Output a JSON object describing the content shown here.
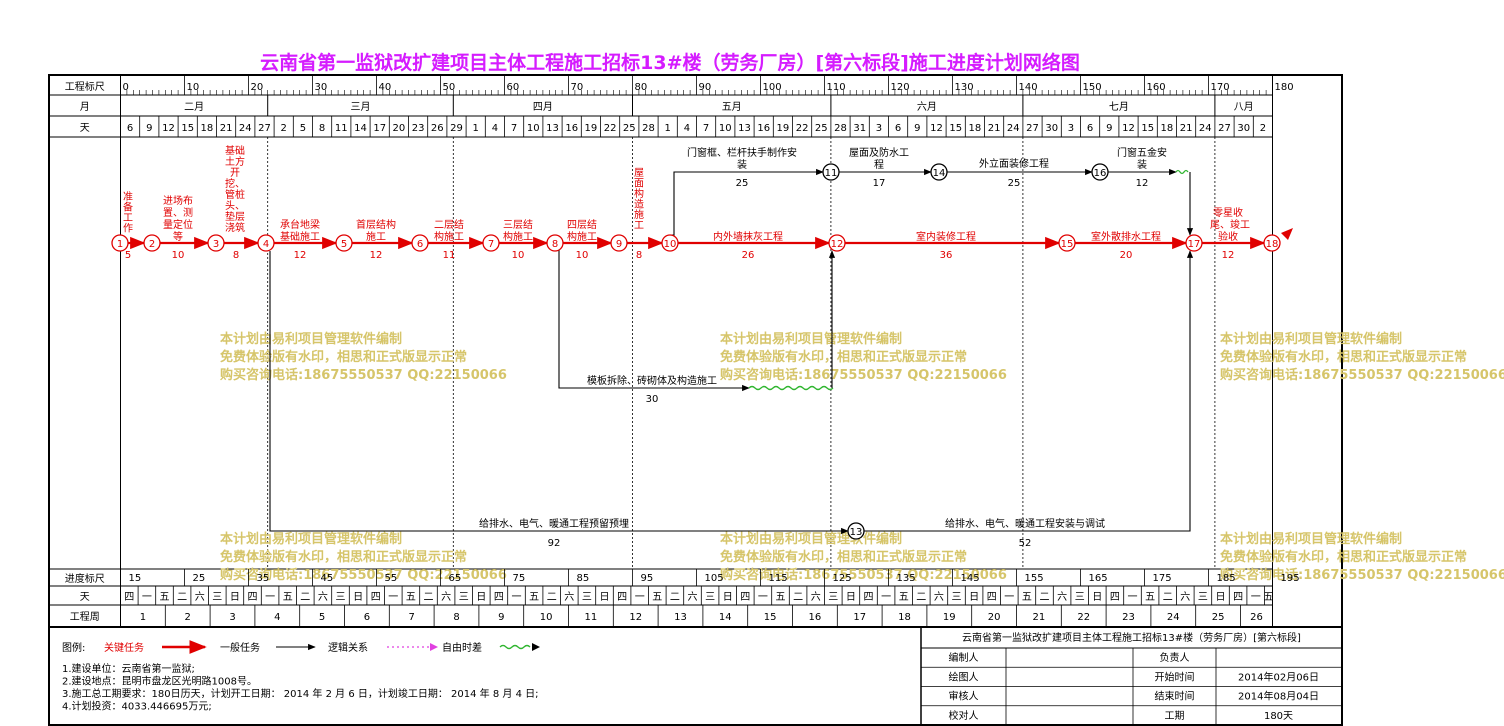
{
  "title": "云南省第一监狱改扩建项目主体工程施工招标13#楼（劳务厂房）[第六标段]施工进度计划网络图",
  "left_labels": {
    "scale": "工程标尺",
    "month": "月",
    "day": "天",
    "progress": "进度标尺",
    "weekday": "天",
    "week": "工程周"
  },
  "scale_ticks": [
    "0",
    "10",
    "20",
    "30",
    "40",
    "50",
    "60",
    "70",
    "80",
    "90",
    "100",
    "110",
    "120",
    "130",
    "140",
    "150",
    "160",
    "170",
    "180"
  ],
  "months": [
    "二月",
    "三月",
    "四月",
    "五月",
    "六月",
    "七月",
    "八月"
  ],
  "days": [
    "6",
    "9",
    "12",
    "15",
    "18",
    "21",
    "24",
    "27",
    "2",
    "5",
    "8",
    "11",
    "14",
    "17",
    "20",
    "23",
    "26",
    "29",
    "1",
    "4",
    "7",
    "10",
    "13",
    "16",
    "19",
    "22",
    "25",
    "28",
    "1",
    "4",
    "7",
    "10",
    "13",
    "16",
    "19",
    "22",
    "25",
    "28",
    "31",
    "3",
    "6",
    "9",
    "12",
    "15",
    "18",
    "21",
    "24",
    "27",
    "30",
    "3",
    "6",
    "9",
    "12",
    "15",
    "18",
    "21",
    "24",
    "27",
    "30",
    "2"
  ],
  "progress_ticks": [
    "15",
    "25",
    "35",
    "45",
    "55",
    "65",
    "75",
    "85",
    "95",
    "105",
    "115",
    "125",
    "135",
    "145",
    "155",
    "165",
    "175",
    "185",
    "195"
  ],
  "weekdays": [
    "四",
    "一",
    "五",
    "二",
    "六",
    "三",
    "日",
    "四",
    "一",
    "五",
    "二",
    "六",
    "三",
    "日",
    "四",
    "一",
    "五",
    "二",
    "六",
    "三",
    "日",
    "四",
    "一",
    "五",
    "二",
    "六",
    "三",
    "日",
    "四",
    "一",
    "五",
    "二",
    "六",
    "三",
    "日",
    "四",
    "一",
    "五",
    "二",
    "六",
    "三",
    "日",
    "四",
    "一",
    "五",
    "二",
    "六",
    "三",
    "日",
    "四",
    "一",
    "五",
    "二",
    "六",
    "三",
    "日",
    "四",
    "一",
    "五",
    "二",
    "六",
    "三",
    "日",
    "四",
    "一",
    "五"
  ],
  "weeks": [
    "1",
    "2",
    "3",
    "4",
    "5",
    "6",
    "7",
    "8",
    "9",
    "10",
    "11",
    "12",
    "13",
    "14",
    "15",
    "16",
    "17",
    "18",
    "19",
    "20",
    "21",
    "22",
    "23",
    "24",
    "25",
    "26"
  ],
  "nodes": [
    "1",
    "2",
    "3",
    "4",
    "5",
    "6",
    "7",
    "8",
    "9",
    "10",
    "11",
    "12",
    "13",
    "14",
    "15",
    "16",
    "17",
    "18"
  ],
  "tasks": [
    {
      "name": "准备工作",
      "duration": "5",
      "critical": true
    },
    {
      "name": "进场布置、测量定位等",
      "duration": "10",
      "critical": true
    },
    {
      "name": "基础土方开挖、管桩头、垫层浇筑",
      "duration": "8",
      "critical": true
    },
    {
      "name": "承台地梁基础施工",
      "duration": "12",
      "critical": true
    },
    {
      "name": "首层结构施工",
      "duration": "12",
      "critical": true
    },
    {
      "name": "二层结构施工",
      "duration": "11",
      "critical": true
    },
    {
      "name": "三层结构施工",
      "duration": "10",
      "critical": true
    },
    {
      "name": "四层结构施工",
      "duration": "10",
      "critical": true
    },
    {
      "name": "屋面构造施工",
      "duration": "8",
      "critical": true
    },
    {
      "name": "内外墙抹灰工程",
      "duration": "26",
      "critical": true
    },
    {
      "name": "室内装修工程",
      "duration": "36",
      "critical": true
    },
    {
      "name": "室外散排水工程",
      "duration": "20",
      "critical": true
    },
    {
      "name": "零星收尾、竣工验收",
      "duration": "12",
      "critical": true
    },
    {
      "name": "门窗框、栏杆扶手制作安装",
      "duration": "25",
      "critical": false
    },
    {
      "name": "屋面及防水工程",
      "duration": "17",
      "critical": false
    },
    {
      "name": "外立面装修工程",
      "duration": "25",
      "critical": false
    },
    {
      "name": "门窗五金安装",
      "duration": "12",
      "critical": false
    },
    {
      "name": "模板拆除、砖砌体及构造施工",
      "duration": "30",
      "critical": false
    },
    {
      "name": "给排水、电气、暖通工程预留预埋",
      "duration": "92",
      "critical": false
    },
    {
      "name": "给排水、电气、暖通工程安装与调试",
      "duration": "52",
      "critical": false
    }
  ],
  "watermark": [
    "本计划由易利项目管理软件编制",
    "免费体验版有水印，相思和正式版显示正常",
    "购买咨询电话:18675550537 QQ:22150066"
  ],
  "legend": {
    "label": "图例:",
    "critical": "关键任务",
    "normal": "一般任务",
    "logic": "逻辑关系",
    "free_float": "自由时差"
  },
  "notes": [
    "1.建设单位：云南省第一监狱;",
    "2.建设地点：昆明市盘龙区光明路1008号。",
    "3.施工总工期要求：180日历天，计划开工日期： 2014 年 2 月 6 日，计划竣工日期： 2014 年 8 月 4 日;",
    "4.计划投资：4033.446695万元;"
  ],
  "info_table": {
    "title": "云南省第一监狱改扩建项目主体工程施工招标13#楼（劳务厂房）[第六标段]",
    "rows": [
      {
        "k1": "编制人",
        "v1": "",
        "k2": "负责人",
        "v2": ""
      },
      {
        "k1": "绘图人",
        "v1": "",
        "k2": "开始时间",
        "v2": "2014年02月06日"
      },
      {
        "k1": "审核人",
        "v1": "",
        "k2": "结束时间",
        "v2": "2014年08月04日"
      },
      {
        "k1": "校对人",
        "v1": "",
        "k2": "工期",
        "v2": "180天"
      }
    ]
  },
  "colors": {
    "critical": "#e00000",
    "normal": "#000000",
    "title": "#d51cff",
    "free_float": "#2fb52f",
    "watermark": "#d6c56a"
  }
}
